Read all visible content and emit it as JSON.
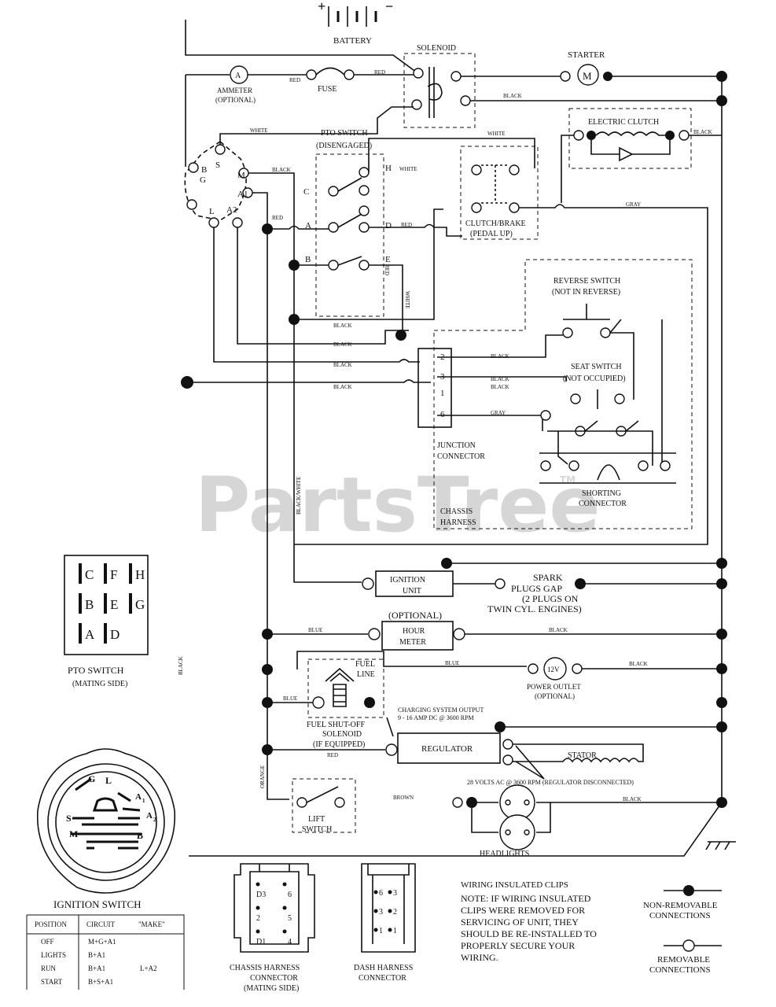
{
  "watermark": "PartsTree",
  "watermark_tm": "TM",
  "components": {
    "battery": "BATTERY",
    "battery_pos": "+",
    "battery_neg": "−",
    "solenoid": "SOLENOID",
    "starter": "STARTER",
    "starter_symbol": "M",
    "ammeter_line1": "AMMETER",
    "ammeter_line2": "(OPTIONAL)",
    "ammeter_symbol": "A",
    "fuse": "FUSE",
    "electric_clutch": "ELECTRIC CLUTCH",
    "pto_switch_line1": "PTO SWITCH",
    "pto_switch_line2": "(DISENGAGED)",
    "clutch_brake_line1": "CLUTCH/BRAKE",
    "clutch_brake_line2": "(PEDAL UP)",
    "reverse_switch_line1": "REVERSE SWITCH",
    "reverse_switch_line2": "(NOT IN REVERSE)",
    "seat_switch_line1": "SEAT SWITCH",
    "seat_switch_line2": "(NOT OCCUPIED)",
    "junction_line1": "JUNCTION",
    "junction_line2": "CONNECTOR",
    "shorting_line1": "SHORTING",
    "shorting_line2": "CONNECTOR",
    "chassis_line1": "CHASSIS",
    "chassis_line2": "HARNESS",
    "ignition_line1": "IGNITION",
    "ignition_line2": "UNIT",
    "spark_line1": "SPARK",
    "spark_line2": "PLUGS GAP",
    "spark_line3": "(2 PLUGS ON",
    "spark_line4": "TWIN CYL. ENGINES)",
    "optional": "(OPTIONAL)",
    "hour_line1": "HOUR",
    "hour_line2": "METER",
    "fuel_line1": "FUEL",
    "fuel_line2": "LINE",
    "power_symbol": "12V",
    "power_line1": "POWER OUTLET",
    "power_line2": "(OPTIONAL)",
    "shutoff_line1": "FUEL SHUT-OFF",
    "shutoff_line2": "SOLENOID",
    "shutoff_line3": "(IF EQUIPPED)",
    "charging_line1": "CHARGING SYSTEM OUTPUT",
    "charging_line2": "9 - 16 AMP DC @ 3600 RPM",
    "regulator": "REGULATOR",
    "stator": "STATOR",
    "stator_note": "28 VOLTS AC @ 3600 RPM (REGULATOR DISCONNECTED)",
    "lift_line1": "LIFT",
    "lift_line2": "SWITCH",
    "headlights": "HEADLIGHTS"
  },
  "terminals": {
    "ign_s": "S",
    "ign_m": "M",
    "ign_b": "B",
    "ign_g": "G",
    "ign_a1": "A1",
    "ign_l": "L",
    "ign_a2": "A2",
    "pto_c": "C",
    "pto_h": "H",
    "pto_a": "A",
    "pto_d": "D",
    "pto_b": "B",
    "pto_e": "E",
    "junc_2": "2",
    "junc_3": "3",
    "junc_1": "1",
    "junc_6": "6"
  },
  "wire_colors": {
    "red": "RED",
    "black": "BLACK",
    "white": "WHITE",
    "gray": "GRAY",
    "blue": "BLUE",
    "orange": "ORANGE",
    "brown": "BROWN",
    "black_white": "BLACK/WHITE",
    "red_vert": "RED",
    "white_vert": "WHITE"
  },
  "pto_mating": {
    "grid": [
      [
        "C",
        "F",
        "H"
      ],
      [
        "B",
        "E",
        "G"
      ],
      [
        "A",
        "D",
        ""
      ]
    ],
    "title": "PTO SWITCH",
    "subtitle": "(MATING SIDE)"
  },
  "ignition_switch": {
    "title": "IGNITION SWITCH",
    "letters": {
      "g": "G",
      "l": "L",
      "a1": "A",
      "a1_sub": "1",
      "s": "S",
      "a2": "A",
      "a2_sub": "2",
      "m": "M",
      "b": "B"
    },
    "table_headers": [
      "POSITION",
      "CIRCUIT",
      "\"MAKE\""
    ],
    "table_rows": [
      [
        "OFF",
        "M+G+A1",
        ""
      ],
      [
        "LIGHTS",
        "B+A1",
        ""
      ],
      [
        "RUN",
        "B+A1",
        "L+A2"
      ],
      [
        "START",
        "B+S+A1",
        ""
      ]
    ]
  },
  "connectors": {
    "chassis_title_line1": "CHASSIS HARNESS",
    "chassis_title_line2": "CONNECTOR",
    "chassis_title_line3": "(MATING SIDE)",
    "chassis_pins": [
      "D3",
      "6",
      "2",
      "5",
      "D1",
      "4"
    ],
    "dash_title_line1": "DASH HARNESS",
    "dash_title_line2": "CONNECTOR",
    "dash_pins": [
      "6",
      "3",
      "3",
      "2",
      "1",
      "1"
    ]
  },
  "notes": {
    "title": "WIRING INSULATED CLIPS",
    "lines": [
      "NOTE: IF WIRING INSULATED",
      "CLIPS WERE REMOVED FOR",
      "SERVICING OF UNIT, THEY",
      "SHOULD BE RE-INSTALLED TO",
      "PROPERLY SECURE YOUR",
      "WIRING."
    ]
  },
  "legend": {
    "non_removable_line1": "NON-REMOVABLE",
    "non_removable_line2": "CONNECTIONS",
    "removable_line1": "REMOVABLE",
    "removable_line2": "CONNECTIONS"
  }
}
